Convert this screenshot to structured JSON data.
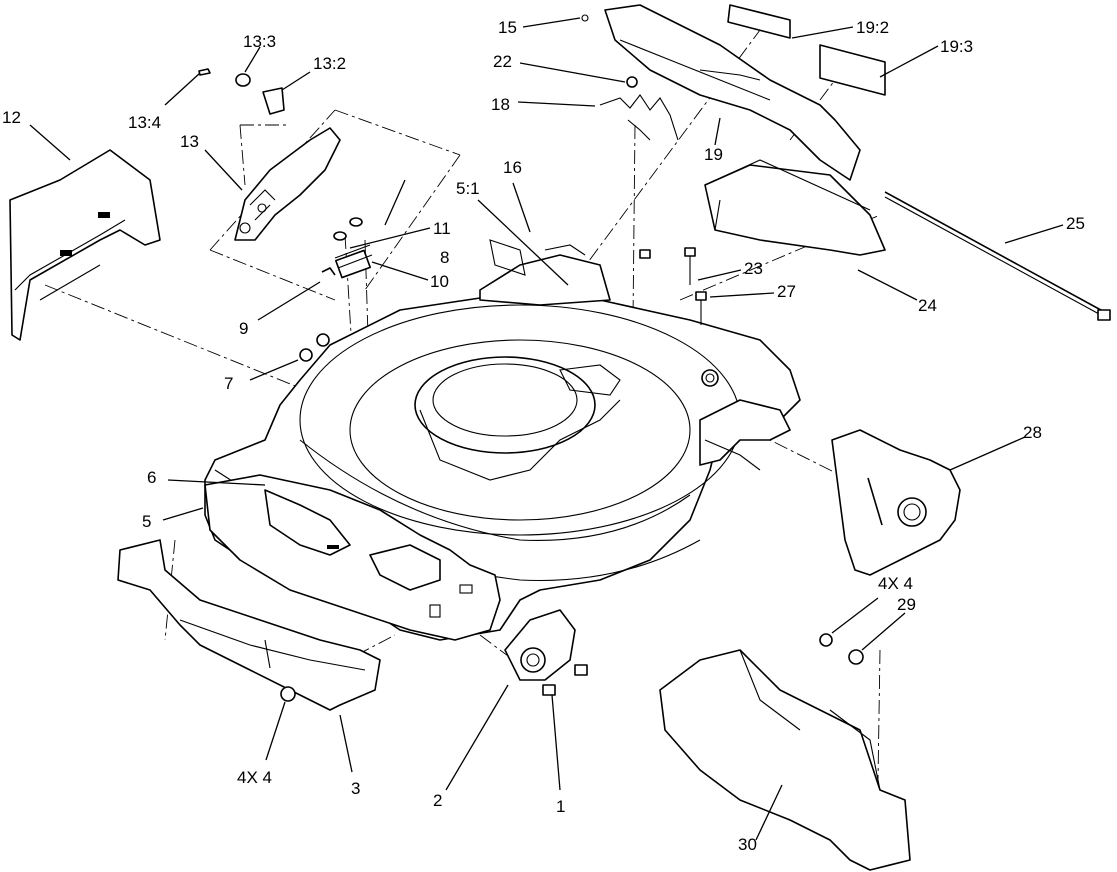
{
  "callouts": {
    "c1": "1",
    "c2": "2",
    "c3": "3",
    "c4x4_left": "4X 4",
    "c5": "5",
    "c5_1": "5:1",
    "c6": "6",
    "c7": "7",
    "c8": "8",
    "c9": "9",
    "c10": "10",
    "c11": "11",
    "c12": "12",
    "c13": "13",
    "c13_2": "13:2",
    "c13_3": "13:3",
    "c13_4": "13:4",
    "c15": "15",
    "c16": "16",
    "c18": "18",
    "c19": "19",
    "c19_2": "19:2",
    "c19_3": "19:3",
    "c22": "22",
    "c23": "23",
    "c24": "24",
    "c25": "25",
    "c27": "27",
    "c28": "28",
    "c4x4_right": "4X 4",
    "c29": "29",
    "c30": "30"
  }
}
